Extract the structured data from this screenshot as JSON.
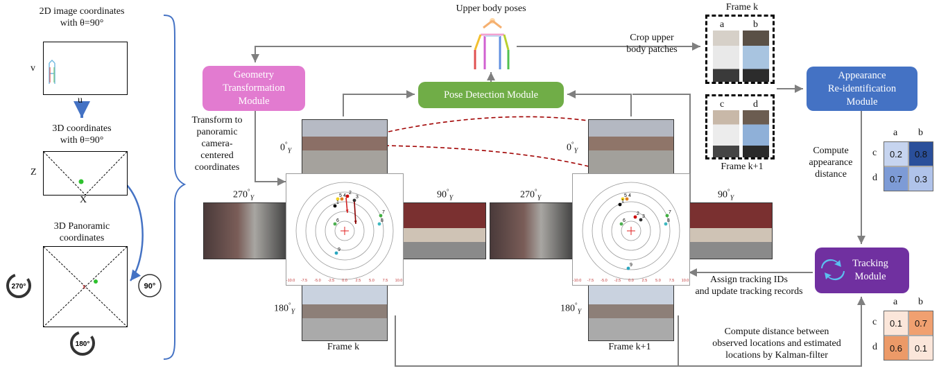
{
  "left_panel": {
    "coord2d_title_line1": "2D image coordinates",
    "coord2d_title_line2": "with θ=90°",
    "axis_v": "v",
    "axis_u": "u",
    "coord3d_title_line1": "3D coordinates",
    "coord3d_title_line2": "with θ=90°",
    "axis_z": "Z",
    "axis_x": "X",
    "panoramic_title_line1": "3D Panoramic",
    "panoramic_title_line2": "coordinates",
    "badge_270": "270°",
    "badge_90": "90°",
    "badge_180": "180°"
  },
  "modules": {
    "geometry": "Geometry Transformation Module",
    "geometry_lines": [
      "Geometry",
      "Transformation",
      "Module"
    ],
    "pose": "Pose Detection Module",
    "appearance_lines": [
      "Appearance",
      "Re-identification",
      "Module"
    ],
    "tracking_lines": [
      "Tracking",
      "Module"
    ]
  },
  "labels": {
    "upper_body_poses": "Upper body poses",
    "crop_patches_line1": "Crop upper",
    "crop_patches_line2": "body patches",
    "transform_lines": [
      "Transform to",
      "panoramic",
      "camera-",
      "centered",
      "coordinates"
    ],
    "frame_k_top": "Frame k",
    "frame_k1_bottom": "Frame k+1",
    "patch_a": "a",
    "patch_b": "b",
    "patch_c": "c",
    "patch_d": "d",
    "compute_app_lines": [
      "Compute",
      "appearance",
      "distance"
    ],
    "assign_lines": [
      "Assign tracking IDs",
      "and update tracking records"
    ],
    "compute_dist_lines": [
      "Compute distance between",
      "observed locations and estimated",
      "locations by Kalman-filter"
    ],
    "frame_k": "Frame k",
    "frame_k1": "Frame k+1"
  },
  "angle_labels": {
    "zero": "0",
    "ninety": "90",
    "oneeighty": "180",
    "twoseventy": "270",
    "deg": "°",
    "sub": "Y"
  },
  "matrix_top": {
    "cols": [
      "a",
      "b"
    ],
    "rows": [
      "c",
      "d"
    ],
    "values": [
      [
        "0.2",
        "0.8"
      ],
      [
        "0.7",
        "0.3"
      ]
    ],
    "colors": [
      [
        "#c6d4ef",
        "#2a4f9a"
      ],
      [
        "#7d9bd6",
        "#b0c3ea"
      ]
    ]
  },
  "matrix_bottom": {
    "cols": [
      "a",
      "b"
    ],
    "rows": [
      "c",
      "d"
    ],
    "values": [
      [
        "0.1",
        "0.7"
      ],
      [
        "0.6",
        "0.1"
      ]
    ],
    "colors": [
      [
        "#fbe6da",
        "#f0a070"
      ],
      [
        "#ec9a68",
        "#fbe6da"
      ]
    ]
  },
  "polar_ticks": [
    "-10.0",
    "-7.5",
    "-5.0",
    "-2.5",
    "0.0",
    "2.5",
    "5.0",
    "7.5",
    "10.0"
  ],
  "polar_points_k": [
    "5",
    "4",
    "1",
    "2",
    "3",
    "6",
    "7",
    "8",
    "9"
  ],
  "polar_points_k1": [
    "5",
    "4",
    "1",
    "2",
    "3",
    "6",
    "7",
    "8",
    "9"
  ]
}
